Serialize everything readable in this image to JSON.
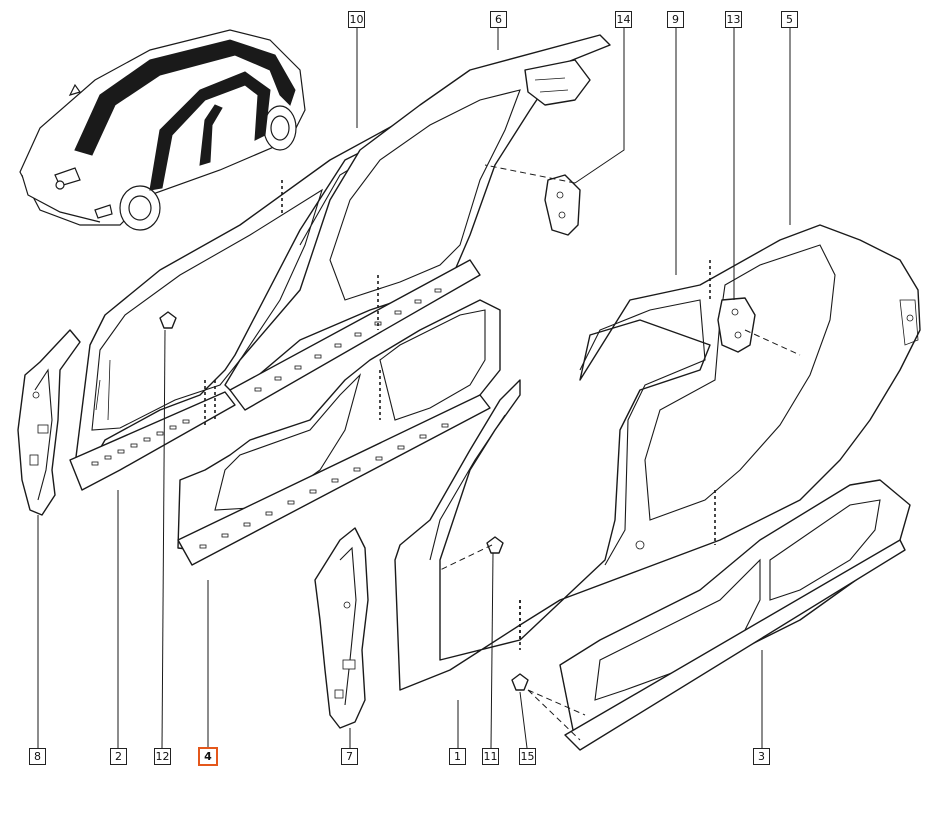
{
  "callouts": [
    {
      "id": "c10",
      "label": "10",
      "active": false
    },
    {
      "id": "c6",
      "label": "6",
      "active": false
    },
    {
      "id": "c14",
      "label": "14",
      "active": false
    },
    {
      "id": "c9",
      "label": "9",
      "active": false
    },
    {
      "id": "c13",
      "label": "13",
      "active": false
    },
    {
      "id": "c5",
      "label": "5",
      "active": false
    },
    {
      "id": "c8",
      "label": "8",
      "active": false
    },
    {
      "id": "c2",
      "label": "2",
      "active": false
    },
    {
      "id": "c12",
      "label": "12",
      "active": false
    },
    {
      "id": "c4",
      "label": "4",
      "active": true
    },
    {
      "id": "c7",
      "label": "7",
      "active": false
    },
    {
      "id": "c1",
      "label": "1",
      "active": false
    },
    {
      "id": "c11",
      "label": "11",
      "active": false
    },
    {
      "id": "c15",
      "label": "15",
      "active": false
    },
    {
      "id": "c3",
      "label": "3",
      "active": false
    }
  ],
  "colors": {
    "highlight": "#e4571b",
    "line": "#1a1a1a",
    "background": "#ffffff"
  }
}
